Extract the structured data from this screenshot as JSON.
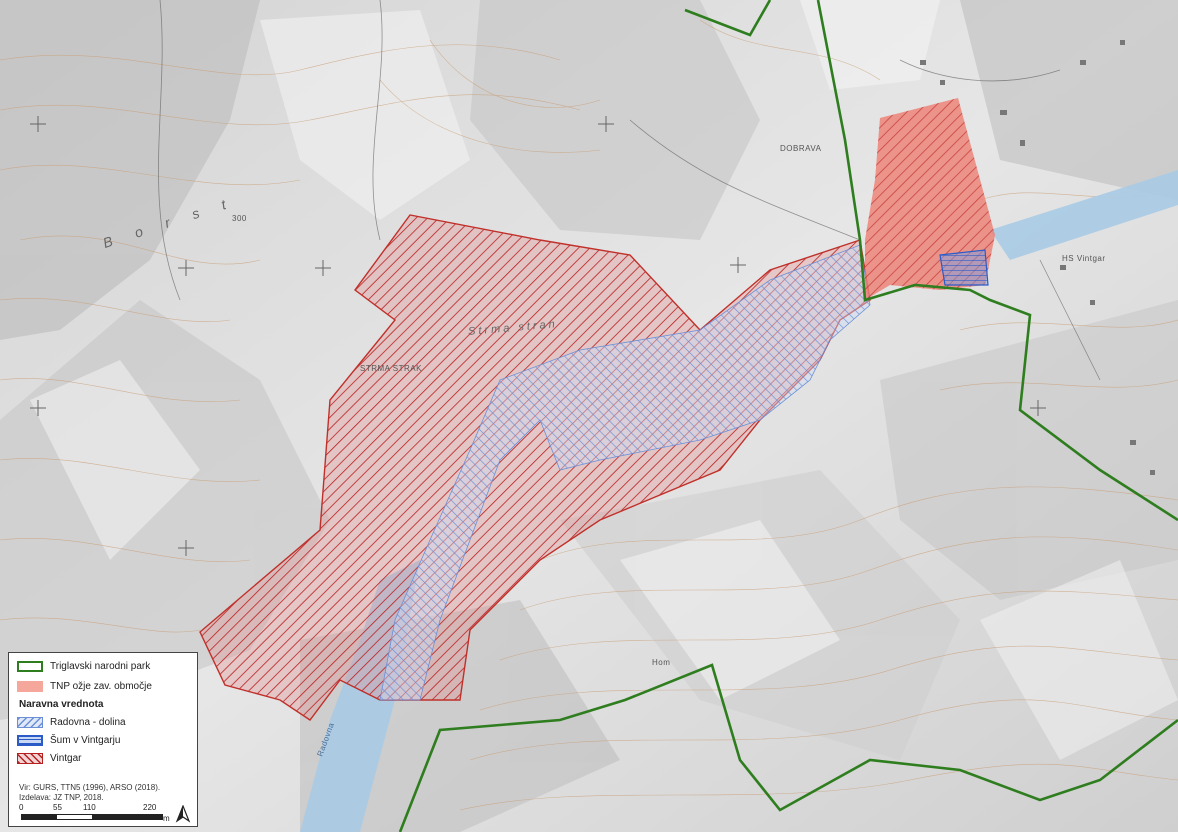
{
  "labels": {
    "dobrava": "DOBRAVA",
    "hs_vintgar": "HS Vintgar",
    "strma_stran": "Strma stran",
    "strma_strak": "STRMA STRAK",
    "borst": "B o r s t",
    "hom": "Hom",
    "radovna": "Radovna",
    "elev_300": "300"
  },
  "legend": {
    "items": [
      {
        "id": "tnp",
        "label": "Triglavski narodni park"
      },
      {
        "id": "tnp_core",
        "label": "TNP ožje zav. območje"
      }
    ],
    "heading": "Naravna vrednota",
    "values": [
      {
        "id": "radovna",
        "label": "Radovna - dolina"
      },
      {
        "id": "sum",
        "label": "Šum v Vintgarju"
      },
      {
        "id": "vintgar",
        "label": "Vintgar"
      }
    ],
    "source_line1": "Vir: GURS, TTN5 (1996), ARSO (2018).",
    "source_line2": "Izdelava: JZ TNP, 2018."
  },
  "scale": {
    "ticks": [
      "0",
      "55",
      "110",
      "220"
    ],
    "unit": "m"
  },
  "colors": {
    "park_border": "#2e7d1e",
    "core_fill": "#f07a6a",
    "vintgar_hatch": "#b82020",
    "radovna_hatch": "#6b8fd6",
    "sum_fill": "#2a5bc7",
    "river": "#a9cbe6"
  }
}
